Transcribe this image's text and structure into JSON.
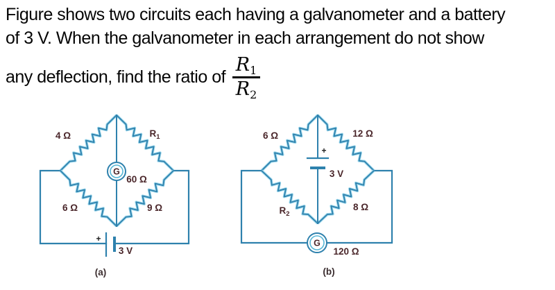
{
  "problem_text": {
    "line1": "Figure shows two circuits each having a galvanometer and a battery",
    "line2": "of 3 V. When the galvanometer in each arrangement do not show",
    "line3_prefix": "any deflection, find the ratio of",
    "ratio": {
      "num_main": "R",
      "num_sub": "1",
      "den_main": "R",
      "den_sub": "2"
    }
  },
  "figure": {
    "colors": {
      "wire": "#2e81ad",
      "wire_light": "#9ed8ec",
      "inner_ring": "#56b6d6",
      "label": "#4a262a",
      "caption": "#3a2c2e",
      "plus": "#1d1d1d"
    },
    "circuits": [
      {
        "caption": "(a)",
        "arms": [
          {
            "name": "top-left",
            "label": {
              "main": "4 Ω",
              "sub": ""
            }
          },
          {
            "name": "top-right",
            "label": {
              "main": "R",
              "sub": "1"
            }
          },
          {
            "name": "bottom-left",
            "label": {
              "main": "6 Ω",
              "sub": ""
            }
          },
          {
            "name": "bottom-right",
            "label": {
              "main": "9 Ω",
              "sub": ""
            }
          }
        ],
        "galvanometer": {
          "letter": "G",
          "resistance": {
            "main": "60 Ω",
            "sub": ""
          }
        },
        "battery": {
          "voltage": "3 V",
          "polarity": "+"
        }
      },
      {
        "caption": "(b)",
        "arms": [
          {
            "name": "top-left",
            "label": {
              "main": "6 Ω",
              "sub": ""
            }
          },
          {
            "name": "top-right",
            "label": {
              "main": "12 Ω",
              "sub": ""
            }
          },
          {
            "name": "bottom-left",
            "label": {
              "main": "R",
              "sub": "2"
            }
          },
          {
            "name": "bottom-right",
            "label": {
              "main": "8 Ω",
              "sub": ""
            }
          }
        ],
        "galvanometer": {
          "letter": "G",
          "resistance": {
            "main": "120 Ω",
            "sub": ""
          }
        },
        "battery": {
          "voltage": "3 V",
          "polarity": "+"
        }
      }
    ]
  }
}
